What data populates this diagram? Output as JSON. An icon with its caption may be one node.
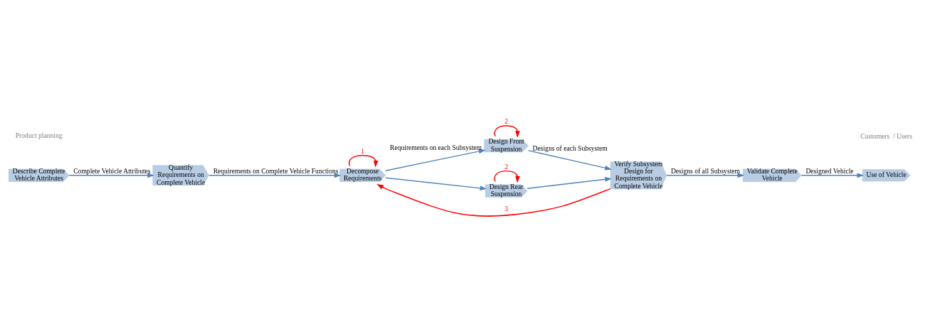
{
  "diagram": {
    "nodes": [
      {
        "text": [
          "Describe Complete Vehicle Attributes"
        ]
      },
      {
        "text": [
          "Quantify Requirements on Complete Vehicle"
        ]
      },
      {
        "text": [
          "Decompose Requirements"
        ]
      },
      {
        "text": [
          "Design Front Suspension"
        ]
      },
      {
        "text": [
          "Design Rear Suspension"
        ]
      },
      {
        "text": [
          "Verify Subsystem Design for Requirements on Complete Vehicle"
        ]
      },
      {
        "text": [
          "Validate Complete Vehicle"
        ]
      },
      {
        "text": [
          "Use of Vehicle"
        ]
      }
    ],
    "edges": [
      {
        "from": 0,
        "to": 1,
        "arrow": "to",
        "label": "Complete Vehicle Attributes"
      },
      {
        "from": 1,
        "to": 2,
        "arrow": "to",
        "label": "Requirements on Complete Vehicle Functions"
      },
      {
        "from": 2,
        "to": 3,
        "arrow": "to",
        "label": "Requirements on each Subsystem"
      },
      {
        "from": 2,
        "to": 4,
        "arrow": "to"
      },
      {
        "from": 3,
        "to": 5,
        "arrow": "to",
        "label": "Designs of each Subsystem"
      },
      {
        "from": 4,
        "to": 5,
        "arrow": "to"
      },
      {
        "from": 5,
        "to": 6,
        "arrow": "to",
        "label": "Designs of all Subsystem"
      },
      {
        "from": 6,
        "to": 7,
        "arrow": "to",
        "label": "Designed Vehicle"
      },
      {
        "from": 2,
        "to": 2,
        "arrow": "to",
        "label": "1",
        "color": "#ff0000"
      },
      {
        "from": 3,
        "to": 3,
        "arrow": "to",
        "label": "2",
        "color": "#ff0000"
      },
      {
        "from": 4,
        "to": 4,
        "arrow": "to",
        "label": "2",
        "color": "#ff0000"
      },
      {
        "from": 5,
        "to": 2,
        "arrow": "to",
        "label": "3",
        "color": "#ff0000"
      }
    ],
    "labels": [
      "Product planning",
      "Customers  / Users"
    ]
  }
}
